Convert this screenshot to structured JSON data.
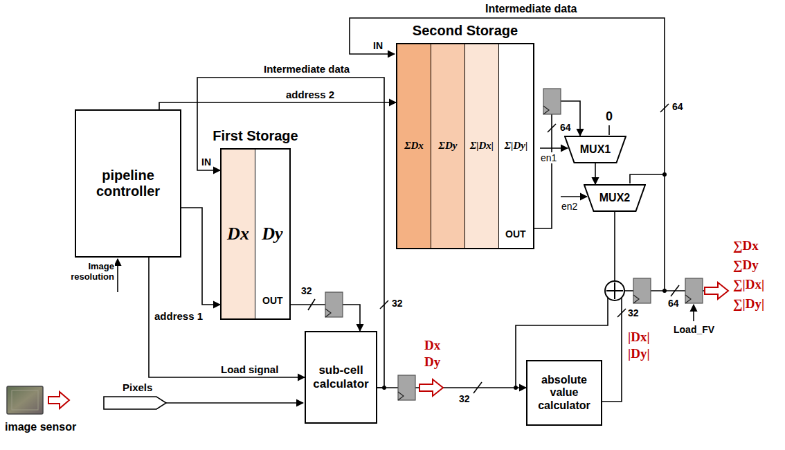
{
  "diagram": {
    "nodes": [
      {
        "text": [
          "pipeline controller"
        ]
      },
      {
        "text": [
          "First Storage"
        ]
      },
      {
        "text": [
          "Dx"
        ],
        "in": 1
      },
      {
        "text": [
          "Dy"
        ],
        "in": 1
      },
      {
        "text": [
          "Second Storage"
        ]
      },
      {
        "text": [
          "ΣDx"
        ],
        "in": 4
      },
      {
        "text": [
          "ΣDy"
        ],
        "in": 4
      },
      {
        "text": [
          "Σ|Dx|"
        ],
        "in": 4
      },
      {
        "text": [
          "Σ|Dy|"
        ],
        "in": 4
      },
      {
        "text": [
          "sub-cell calculator"
        ]
      },
      {
        "text": [
          "MUX1"
        ]
      },
      {
        "text": [
          "MUX2"
        ]
      },
      {
        "text": [
          "absolute value calculator"
        ]
      }
    ],
    "edges": [
      {
        "from": 0,
        "to": 1,
        "arrow": "to",
        "label": "address 1"
      },
      {
        "from": 0,
        "to": 4,
        "arrow": "to",
        "label": "address 2"
      },
      {
        "from": 0,
        "to": 9,
        "arrow": "to",
        "label": "Load signal"
      },
      {
        "from": 1,
        "to": 9,
        "arrow": "to"
      },
      {
        "from": 9,
        "to": 1,
        "arrow": "to",
        "label": "Intermediate data"
      },
      {
        "from": 9,
        "to": 12,
        "arrow": "to"
      },
      {
        "from": 4,
        "to": 10,
        "arrow": "to"
      },
      {
        "from": 10,
        "to": 11,
        "arrow": "to"
      }
    ],
    "labels": [
      "IN",
      "Intermediate data",
      "OUT",
      "64",
      "0",
      "en1",
      "en2",
      "64",
      "IN",
      "OUT",
      "32",
      "32",
      "Image resolution",
      "Pixels",
      "image sensor",
      "Dx",
      "Dy",
      "32",
      "|Dx|",
      "|Dy|",
      "32",
      "64",
      "Load_FV",
      "∑Dx",
      "∑Dy",
      "∑|Dx|",
      "∑|Dy|"
    ]
  }
}
